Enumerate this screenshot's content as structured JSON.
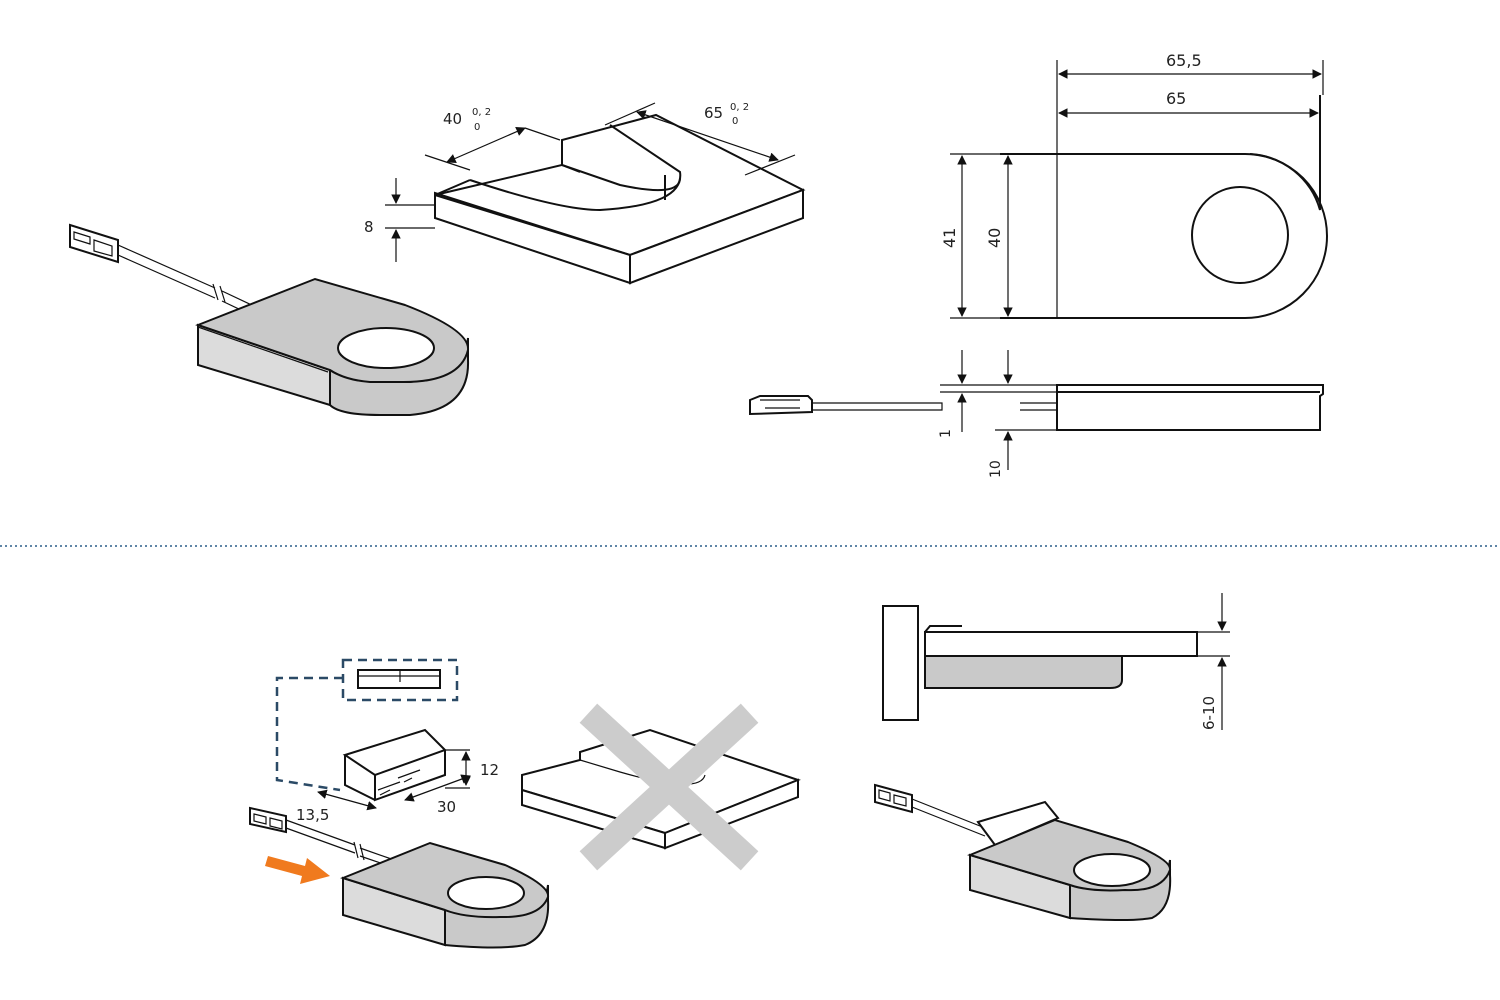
{
  "dimensions": {
    "cutout_width": "40",
    "cutout_width_tol_upper": "0, 2",
    "cutout_width_tol_lower": "0",
    "cutout_length": "65",
    "cutout_length_tol_upper": "0, 2",
    "cutout_length_tol_lower": "0",
    "cutout_depth": "8",
    "overall_length": "65,5",
    "body_length": "65",
    "overall_width": "41",
    "body_width": "40",
    "flange_thickness": "1",
    "body_height": "10",
    "clip_height": "12",
    "clip_depth": "13,5",
    "clip_width": "30",
    "panel_thickness_range": "6-10"
  },
  "colors": {
    "arrow_accent": "#f07a1e",
    "cross": "#cccccc",
    "separator": "#2b5f8a",
    "body": "#c9c9c9"
  }
}
